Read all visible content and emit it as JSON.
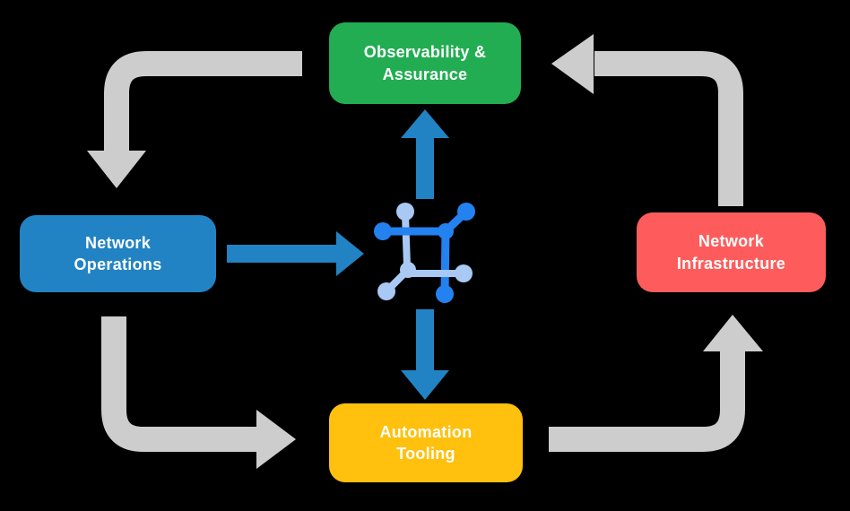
{
  "diagram": {
    "type": "cycle-diagram",
    "background": "#000000",
    "text_color": "#FFFFFF",
    "nodes": {
      "top": {
        "id": "observability-assurance",
        "label": "Observability & Assurance",
        "label_lines": [
          "Observability &",
          "Assurance"
        ],
        "color": "#22AD52"
      },
      "left": {
        "id": "network-operations",
        "label": "Network Operations",
        "label_lines": [
          "Network",
          "Operations"
        ],
        "color": "#2283C4"
      },
      "right": {
        "id": "network-infrastructure",
        "label": "Network Infrastructure",
        "label_lines": [
          "Network",
          "Infrastructure"
        ],
        "color": "#FE5C5C"
      },
      "bottom": {
        "id": "automation-tooling",
        "label": "Automation Tooling",
        "label_lines": [
          "Automation",
          "Tooling"
        ],
        "color": "#FFC00E"
      }
    },
    "center_icon": {
      "name": "network-mesh-icon",
      "color_primary": "#2382F0",
      "color_secondary": "#A9C9F4"
    },
    "arrows": {
      "cycle_color": "#CDCDCD",
      "hub_color": "#2283C4",
      "cycle": [
        {
          "from": "observability-assurance",
          "to": "network-operations"
        },
        {
          "from": "network-operations",
          "to": "automation-tooling"
        },
        {
          "from": "automation-tooling",
          "to": "network-infrastructure"
        },
        {
          "from": "network-infrastructure",
          "to": "observability-assurance"
        }
      ],
      "hub": [
        {
          "from": "network-operations",
          "to": "center"
        },
        {
          "from": "center",
          "to": "observability-assurance"
        },
        {
          "from": "center",
          "to": "automation-tooling"
        }
      ]
    }
  }
}
